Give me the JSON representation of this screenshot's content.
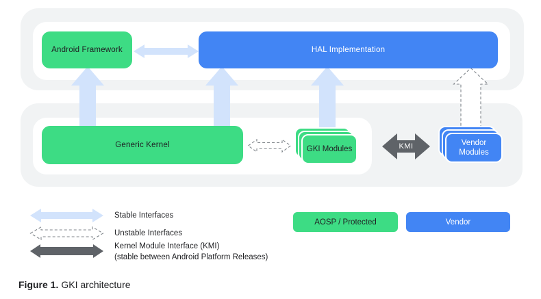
{
  "colors": {
    "aosp_green": "#3ddc84",
    "vendor_blue": "#4285f4",
    "stable_light_blue": "#d2e3fc",
    "kmi_dark_gray": "#5f6368",
    "dashed_gray": "#80868b",
    "container_gray": "#f1f3f4",
    "text_dark": "#202124"
  },
  "icons": {
    "stable_arrow": "solid-light-blue-double-arrow",
    "unstable_arrow": "dashed-outline-double-arrow",
    "kmi_arrow": "solid-dark-gray-double-arrow",
    "up_arrow": "solid-light-blue-up-arrow",
    "vendor_up_arrow": "dashed-outline-up-arrow"
  },
  "layers": {
    "framework": {
      "android_framework": "Android Framework",
      "hal": "HAL Implementation"
    },
    "kernel": {
      "generic_kernel": "Generic Kernel",
      "gki_modules": "GKI Modules",
      "kmi": "KMI",
      "vendor_modules": "Vendor Modules"
    }
  },
  "legend": {
    "stable": "Stable Interfaces",
    "unstable": "Unstable Interfaces",
    "kmi_line1": "Kernel Module Interface (KMI)",
    "kmi_line2": "(stable between Android Platform Releases)",
    "aosp_chip": "AOSP / Protected",
    "vendor_chip": "Vendor"
  },
  "caption": {
    "label": "Figure 1.",
    "text": "GKI architecture"
  }
}
